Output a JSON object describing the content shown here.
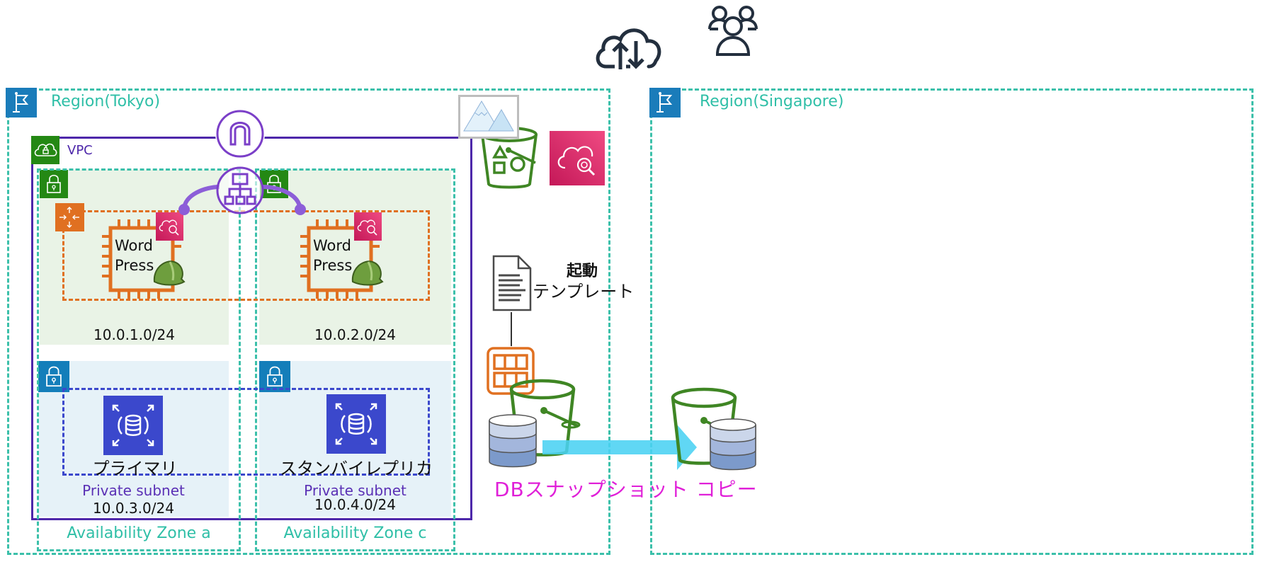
{
  "top_icons": {
    "internet": "cloud-upload-download-icon",
    "users": "users-group-icon"
  },
  "regions": [
    {
      "label": "Region(Tokyo)",
      "icon": "region-flag-icon"
    },
    {
      "label": "Region(Singapore)",
      "icon": "region-flag-icon"
    }
  ],
  "vpc": {
    "label": "VPC",
    "icon": "vpc-cloud-lock-icon"
  },
  "availability_zones": [
    {
      "label": "Availability Zone a"
    },
    {
      "label": "Availability Zone c"
    }
  ],
  "public_subnets": [
    {
      "cidr": "10.0.1.0/24",
      "icon": "public-subnet-lock-icon"
    },
    {
      "cidr": "10.0.2.0/24",
      "icon": "public-subnet-lock-icon"
    }
  ],
  "private_subnets": [
    {
      "label": "Private subnet",
      "cidr": "10.0.3.0/24",
      "icon": "private-subnet-lock-icon"
    },
    {
      "label": "Private subnet",
      "cidr": "10.0.4.0/24",
      "icon": "private-subnet-lock-icon"
    }
  ],
  "ec2_instances": [
    {
      "line1": "Word",
      "line2": "Press"
    },
    {
      "line1": "Word",
      "line2": "Press"
    }
  ],
  "rds": [
    {
      "label": "プライマリ"
    },
    {
      "label": "スタンバイレプリカ"
    }
  ],
  "launch_template": {
    "line1": "起動",
    "line2": "テンプレート"
  },
  "snapshot_copy": {
    "label": "DBスナップショット コピー"
  },
  "colors": {
    "region_border": "#3cc0aa",
    "region_flag": "#1a7cba",
    "vpc_border": "#4d27aa",
    "vpc_icon": "#248814",
    "asg_border": "#e07021",
    "rds": "#3b48cc",
    "cloudwatch": "#e7306f",
    "s3": "#3f8624",
    "snapshot_text": "#e020d8",
    "arrow": "#5ad5f5"
  }
}
